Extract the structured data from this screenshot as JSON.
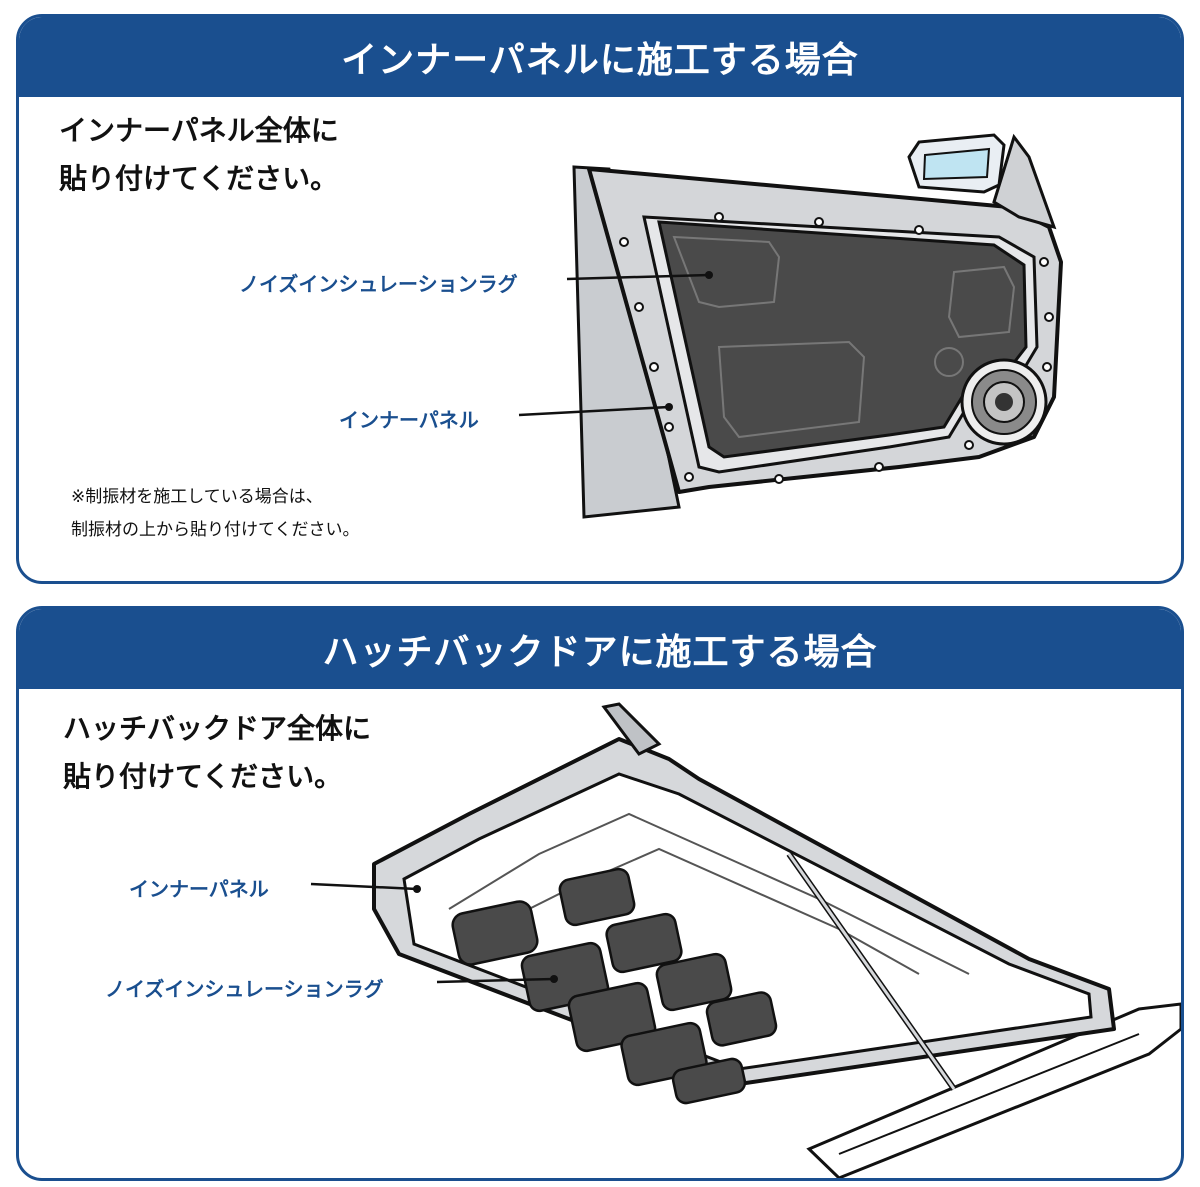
{
  "section_inner_panel": {
    "title": "インナーパネルに施工する場合",
    "instruction_line1": "インナーパネル全体に",
    "instruction_line2": "貼り付けてください。",
    "label_rug": "ノイズインシュレーションラグ",
    "label_panel": "インナーパネル",
    "note_line1": "※制振材を施工している場合は、",
    "note_line2": "制振材の上から貼り付けてください。"
  },
  "section_hatchback": {
    "title": "ハッチバックドアに施工する場合",
    "instruction_line1": "ハッチバックドア全体に",
    "instruction_line2": "貼り付けてください。",
    "label_panel": "インナーパネル",
    "label_rug": "ノイズインシュレーションラグ"
  },
  "colors": {
    "accent": "#1a4f8f",
    "mat": "#4a4a4a",
    "metal": "#d0d2d5"
  }
}
